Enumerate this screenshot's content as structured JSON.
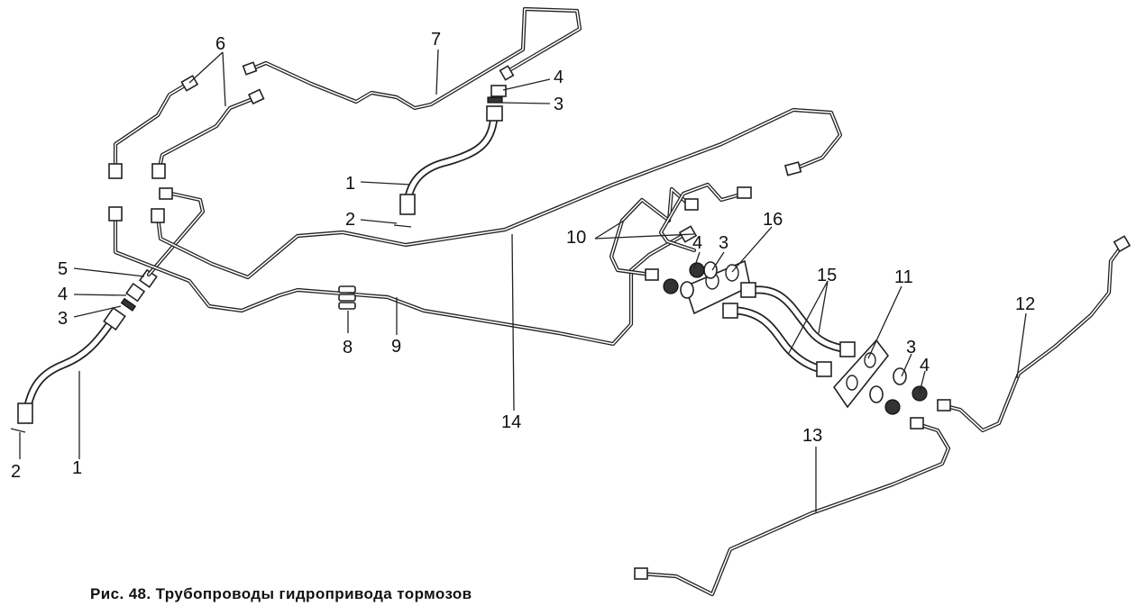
{
  "caption": "Рис. 48. Трубопроводы гидропривода тормозов",
  "callouts": {
    "c1a": "1",
    "c1b": "1",
    "c2a": "2",
    "c2b": "2",
    "c3a": "3",
    "c3b": "3",
    "c3c": "3",
    "c3d": "3",
    "c4a": "4",
    "c4b": "4",
    "c4c": "4",
    "c4d": "4",
    "c5": "5",
    "c6": "6",
    "c7": "7",
    "c8": "8",
    "c9": "9",
    "c10": "10",
    "c11": "11",
    "c12": "12",
    "c13": "13",
    "c14": "14",
    "c15": "15",
    "c16": "16"
  }
}
